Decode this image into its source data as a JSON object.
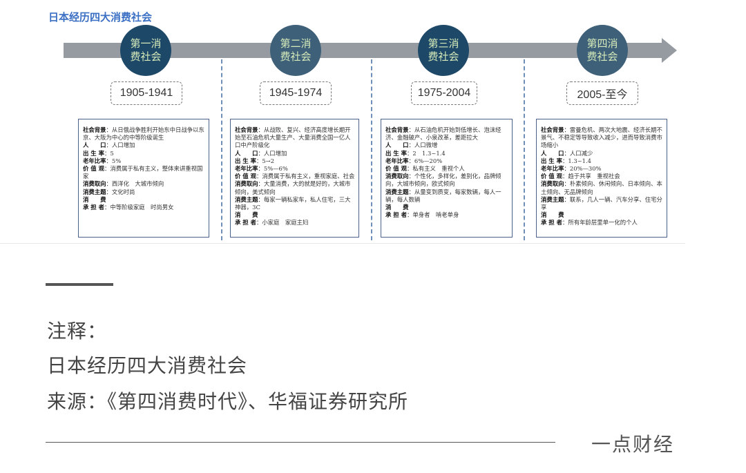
{
  "title": "日本经历四大消费社会",
  "colors": {
    "title": "#3a6fc4",
    "circle_dark": "#1e4868",
    "circle_light": "#3e6079",
    "bar": "#959ba1"
  },
  "periods": [
    {
      "name": "第一消费社会",
      "years": "1905-1941",
      "rows": [
        [
          "社会背景",
          "从日俄战争胜利开始东中日战争以东京、大阪为中心的中等阶级诞生"
        ],
        [
          "人　　口",
          "人口增加"
        ],
        [
          "出 生 率",
          "5"
        ],
        [
          "老年比率",
          "5%"
        ],
        [
          "价 值 观",
          "消费属于私有主义，整体来讲重视国家"
        ],
        [
          "消费取向",
          "西洋化　大城市倾向"
        ],
        [
          "消费主题",
          "文化时尚"
        ],
        [
          "消　　费\n承 担 者",
          "中等阶级家庭　时尚男女"
        ]
      ]
    },
    {
      "name": "第二消费社会",
      "years": "1945-1974",
      "rows": [
        [
          "社会背景",
          "从战败、复兴、经济高度增长期开始至石油危机大量生产、大量消费全国一亿人口中产阶级化"
        ],
        [
          "人　　口",
          "人口增加"
        ],
        [
          "出 生 率",
          "5→2"
        ],
        [
          "老年比率",
          "5%—6%"
        ],
        [
          "价 值 观",
          "消费属于私有主义，重视家庭、社会"
        ],
        [
          "消费取向",
          "大量消费，大的就是好的，大城市倾向，美式倾向"
        ],
        [
          "消费主题",
          "每家一辆私家车，私人住宅，三大神器，3C"
        ],
        [
          "消　　费\n承 担 者",
          "小家庭　家庭主妇"
        ]
      ]
    },
    {
      "name": "第三消费社会",
      "years": "1975-2004",
      "rows": [
        [
          "社会背景",
          "从石油危机开始到低增长、泡沫经济、金融破产、小泉改革，差距拉大"
        ],
        [
          "人　　口",
          "人口微增"
        ],
        [
          "出 生 率",
          "2　1.3~1.4"
        ],
        [
          "老年比率",
          "6%—20%"
        ],
        [
          "价 值 观",
          "私有主义　重视个人"
        ],
        [
          "消费取向",
          "个性化，多样化，差别化，品牌倾向，大城市倾向，欧式倾向"
        ],
        [
          "消费主题",
          "从量变到质变，每家数辆，每人一辆，每人数辆"
        ],
        [
          "消　　费\n承 担 者",
          "单身者　啃老单身"
        ]
      ]
    },
    {
      "name": "第四消费社会",
      "years": "2005-至今",
      "rows": [
        [
          "社会背景",
          "雷曼危机、两次大地震、经济长期不景气、不稳定等导致收入减少，进而导致消费市场缩小"
        ],
        [
          "人　　口",
          "人口减少"
        ],
        [
          "出 生 率",
          "1.3~1.4"
        ],
        [
          "老年比率",
          "20%—30%"
        ],
        [
          "价 值 观",
          "趋于共享　重视社会"
        ],
        [
          "消费取向",
          "朴素倾向、休闲倾向、日本倾向、本土倾向、无品牌倾向"
        ],
        [
          "消费主题",
          "联系，几人一辆、汽车分享、住宅分享"
        ],
        [
          "消　　费\n承 担 者",
          "所有年龄层里单一化的个人"
        ]
      ]
    }
  ],
  "notes": {
    "label": "注释：",
    "line1": "日本经历四大消费社会",
    "line2": "来源：《第四消费时代》、华福证券研究所"
  },
  "brand": "一点财经"
}
